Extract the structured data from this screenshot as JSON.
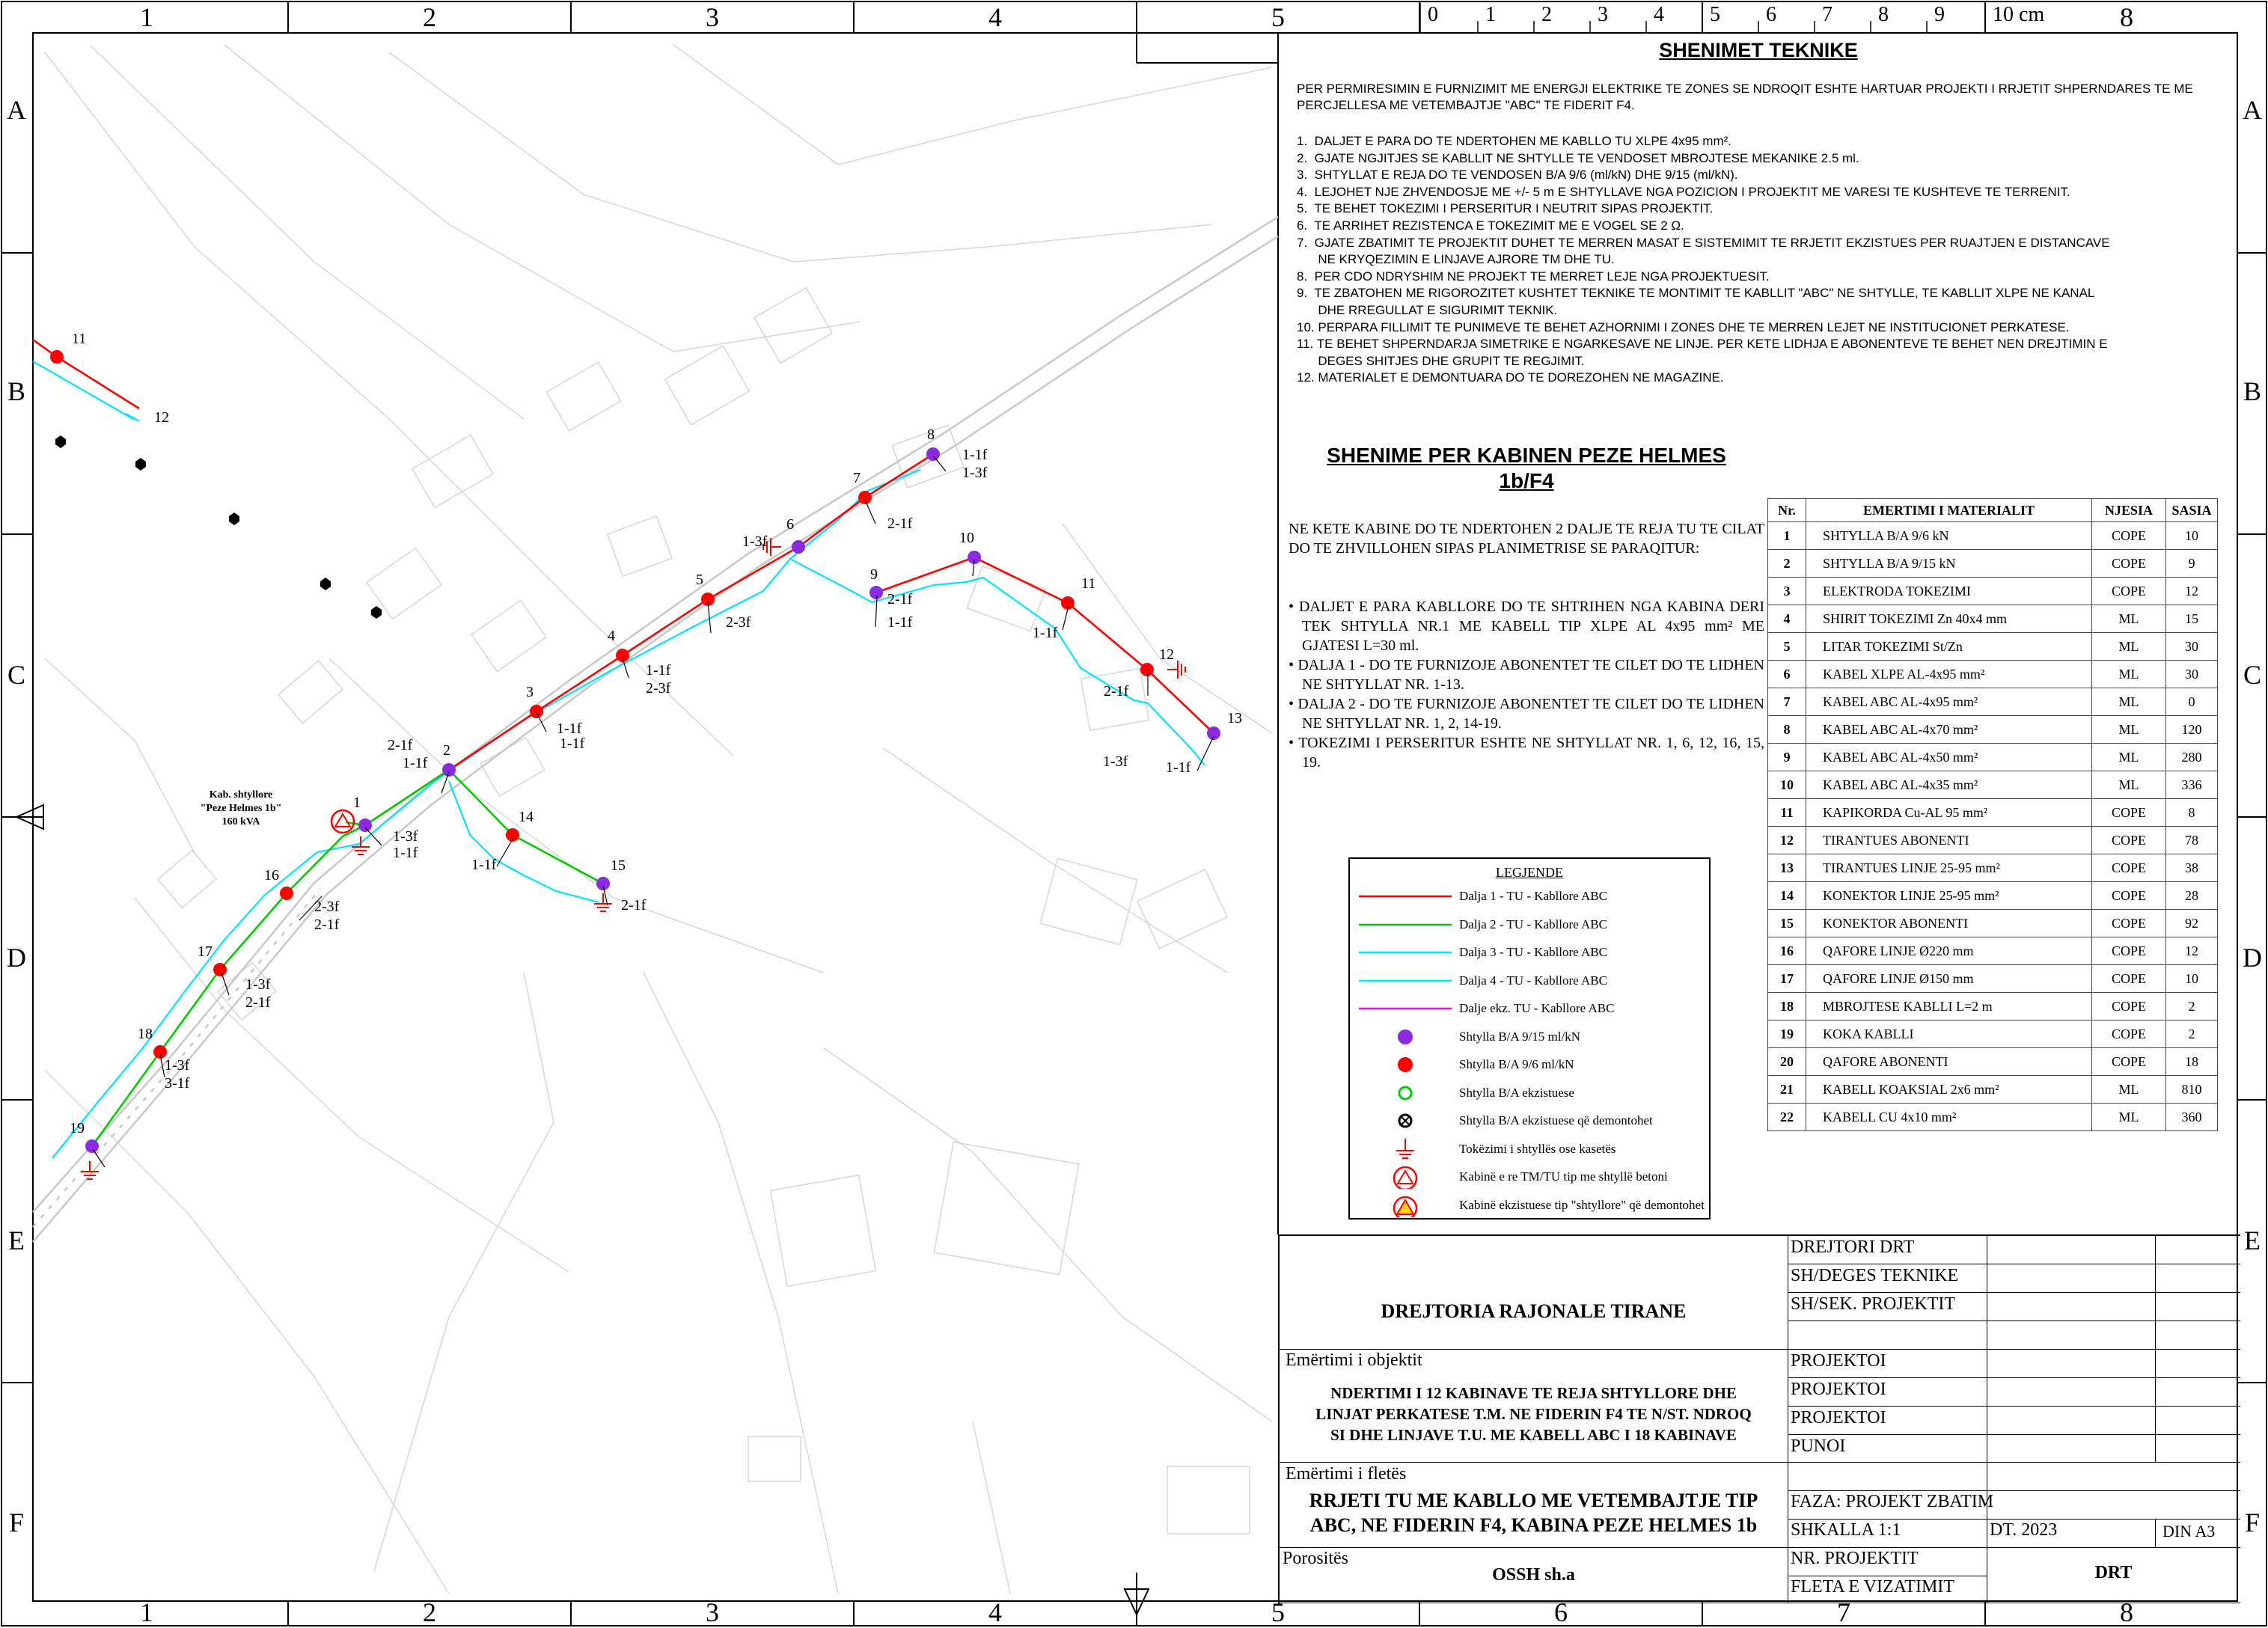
{
  "grid": {
    "columns": [
      "1",
      "2",
      "3",
      "4",
      "5",
      "6",
      "7",
      "8"
    ],
    "rows": [
      "A",
      "B",
      "C",
      "D",
      "E",
      "F"
    ],
    "ruler": [
      "0",
      "1",
      "2",
      "3",
      "4",
      "5",
      "6",
      "7",
      "8",
      "9",
      "10 cm"
    ]
  },
  "technical_notes": {
    "title": "SHENIMET TEKNIKE",
    "intro": "PER PERMIRESIMIN E FURNIZIMIT ME ENERGJI ELEKTRIKE TE ZONES SE NDROQIT ESHTE HARTUAR PROJEKTI I RRJETIT SHPERNDARES TE ME PERCJELLESA ME VETEMBAJTJE \"ABC\" TE FIDERIT F4.",
    "items": [
      "1.  DALJET E PARA DO TE NDERTOHEN ME KABLLO TU XLPE 4x95 mm².",
      "2.  GJATE NGJITJES SE KABLLIT NE SHTYLLE TE VENDOSET MBROJTESE MEKANIKE 2.5 ml.",
      "3.  SHTYLLAT E REJA DO TE VENDOSEN B/A 9/6 (ml/kN) DHE 9/15 (ml/kN).",
      "4.  LEJOHET NJE ZHVENDOSJE ME +/- 5 m E SHTYLLAVE NGA POZICION I PROJEKTIT ME VARESI TE KUSHTEVE TE TERRENIT.",
      "5.  TE BEHET TOKEZIMI I PERSERITUR I NEUTRIT SIPAS PROJEKTIT.",
      "6.  TE ARRIHET REZISTENCA E TOKEZIMIT ME E VOGEL SE 2 Ω.",
      "7.  GJATE ZBATIMIT TE PROJEKTIT DUHET TE MERREN MASAT E SISTEMIMIT TE RRJETIT EKZISTUES PER RUAJTJEN E DISTANCAVE",
      "      NE KRYQEZIMIN E LINJAVE AJRORE TM DHE TU.",
      "8.  PER CDO NDRYSHIM NE PROJEKT TE MERRET LEJE NGA PROJEKTUESIT.",
      "9.  TE ZBATOHEN ME RIGOROZITET KUSHTET TEKNIKE TE MONTIMIT TE KABLLIT \"ABC\" NE SHTYLLE, TE KABLLIT XLPE NE KANAL",
      "      DHE RREGULLAT E SIGURIMIT TEKNIK.",
      "10. PERPARA FILLIMIT TE PUNIMEVE TE BEHET AZHORNIMI I ZONES DHE TE MERREN LEJET NE INSTITUCIONET PERKATESE.",
      "11. TE BEHET SHPERNDARJA SIMETRIKE E NGARKESAVE NE LINJE. PER KETE LIDHJA E ABONENTEVE TE BEHET NEN DREJTIMIN E",
      "      DEGES SHITJES DHE GRUPIT TE REGJIMIT.",
      "12. MATERIALET E DEMONTUARA DO TE DOREZOHEN NE MAGAZINE."
    ]
  },
  "cabin_notes": {
    "title_line1": "SHENIME PER KABINEN PEZE HELMES",
    "title_line2": "1b/F4",
    "description": "NE KETE KABINE DO TE NDERTOHEN 2 DALJE TE REJA TU TE CILAT DO TE ZHVILLOHEN SIPAS PLANIMETRISE SE PARAQITUR:",
    "bullets": [
      "DALJET E PARA KABLLORE DO TE SHTRIHEN NGA KABINA DERI TEK SHTYLLA NR.1 ME KABELL TIP XLPE AL 4x95 mm² ME GJATESI L=30 ml.",
      "DALJA 1 - DO TE FURNIZOJE ABONENTET TE CILET DO TE LIDHEN NE SHTYLLAT NR. 1-13.",
      "DALJA 2 - DO TE FURNIZOJE ABONENTET TE CILET DO TE LIDHEN NE SHTYLLAT NR. 1, 2, 14-19.",
      "TOKEZIMI I PERSERITUR ESHTE NE SHTYLLAT NR. 1, 6, 12, 16, 15, 19."
    ]
  },
  "materials_table": {
    "headers": [
      "Nr.",
      "EMERTIMI I MATERIALIT",
      "NJESIA",
      "SASIA"
    ],
    "rows": [
      [
        "1",
        "SHTYLLA B/A 9/6 kN",
        "COPE",
        "10"
      ],
      [
        "2",
        "SHTYLLA B/A 9/15 kN",
        "COPE",
        "9"
      ],
      [
        "3",
        "ELEKTRODA TOKEZIMI",
        "COPE",
        "12"
      ],
      [
        "4",
        "SHIRIT TOKEZIMI Zn 40x4 mm",
        "ML",
        "15"
      ],
      [
        "5",
        "LITAR TOKEZIMI St/Zn",
        "ML",
        "30"
      ],
      [
        "6",
        "KABEL XLPE AL-4x95 mm²",
        "ML",
        "30"
      ],
      [
        "7",
        "KABEL ABC AL-4x95 mm²",
        "ML",
        "0"
      ],
      [
        "8",
        "KABEL ABC AL-4x70 mm²",
        "ML",
        "120"
      ],
      [
        "9",
        "KABEL ABC AL-4x50 mm²",
        "ML",
        "280"
      ],
      [
        "10",
        "KABEL ABC AL-4x35 mm²",
        "ML",
        "336"
      ],
      [
        "11",
        "KAPIKORDA Cu-AL 95 mm²",
        "COPE",
        "8"
      ],
      [
        "12",
        "TIRANTUES ABONENTI",
        "COPE",
        "78"
      ],
      [
        "13",
        "TIRANTUES LINJE 25-95 mm²",
        "COPE",
        "38"
      ],
      [
        "14",
        "KONEKTOR LINJE 25-95 mm²",
        "COPE",
        "28"
      ],
      [
        "15",
        "KONEKTOR ABONENTI",
        "COPE",
        "92"
      ],
      [
        "16",
        "QAFORE LINJE Ø220 mm",
        "COPE",
        "12"
      ],
      [
        "17",
        "QAFORE LINJE Ø150 mm",
        "COPE",
        "10"
      ],
      [
        "18",
        "MBROJTESE KABLLI L=2 m",
        "COPE",
        "2"
      ],
      [
        "19",
        "KOKA KABLLI",
        "COPE",
        "2"
      ],
      [
        "20",
        "QAFORE ABONENTI",
        "COPE",
        "18"
      ],
      [
        "21",
        "KABELL KOAKSIAL 2x6 mm²",
        "ML",
        "810"
      ],
      [
        "22",
        "KABELL CU 4x10 mm²",
        "ML",
        "360"
      ]
    ]
  },
  "legend": {
    "title": "LEGJENDE",
    "items": [
      {
        "label": "Dalja 1 - TU - Kabllore ABC",
        "symbol": "line",
        "color": "#ff0000"
      },
      {
        "label": "Dalja 2 - TU - Kabllore ABC",
        "symbol": "line",
        "color": "#00cc00"
      },
      {
        "label": "Dalja 3 - TU - Kabllore ABC",
        "symbol": "line",
        "color": "#00e5ff"
      },
      {
        "label": "Dalja 4 - TU - Kabllore ABC",
        "symbol": "line",
        "color": "#00e5ff"
      },
      {
        "label": "Dalje ekz. TU - Kabllore ABC",
        "symbol": "line",
        "color": "#ff00ff"
      },
      {
        "label": "Shtylla B/A 9/15 ml/kN",
        "symbol": "dot",
        "color": "#8a2be2"
      },
      {
        "label": "Shtylla B/A 9/6 ml/kN",
        "symbol": "dot",
        "color": "#ff0000"
      },
      {
        "label": "Shtylla B/A ekzistuese",
        "symbol": "ring",
        "color": "#00cc00"
      },
      {
        "label": "Shtylla B/A ekzistuese që demontohet",
        "symbol": "xring",
        "color": "#000000"
      },
      {
        "label": "Tokëzimi i shtyllës ose kasetës",
        "symbol": "ground",
        "color": "#ff0000"
      },
      {
        "label": "Kabinë e re TM/TU tip me shtyllë betoni",
        "symbol": "cabin-new",
        "color": "#ff0000"
      },
      {
        "label": "Kabinë ekzistuese tip \"shtyllore\" që demontohet",
        "symbol": "cabin-old",
        "color": "#ff0000"
      }
    ]
  },
  "title_block": {
    "organization": "DREJTORIA RAJONALE TIRANE",
    "object_label": "Emërtimi i objektit",
    "object_lines": [
      "NDERTIMI I 12 KABINAVE TE REJA SHTYLLORE DHE",
      "LINJAT PERKATESE T.M. NE FIDERIN F4 TE N/ST. NDROQ",
      "SI DHE LINJAVE T.U. ME KABELL ABC I 18 KABINAVE"
    ],
    "sheet_label": "Emërtimi i fletës",
    "sheet_lines": [
      "RRJETI TU ME KABLLO ME VETEMBAJTJE TIP",
      "ABC, NE FIDERIN F4, KABINA PEZE HELMES 1b"
    ],
    "client_label": "Porositës",
    "client": "OSSH sh.a",
    "roles": [
      "DREJTORI DRT",
      "SH/DEGES TEKNIKE",
      "SH/SEK. PROJEKTIT",
      "",
      "PROJEKTOI",
      "PROJEKTOI",
      "PROJEKTOI",
      "PUNOI"
    ],
    "phase": "FAZA: PROJEKT ZBATIM",
    "scale": "SHKALLA 1:1",
    "date": "DT. 2023",
    "format": "DIN A3",
    "project_no_label": "NR. PROJEKTIT",
    "sheet_no_label": "FLETA E VIZATIMIT",
    "code": "DRT"
  },
  "map": {
    "cabin_label_lines": [
      "Kab. shtyllore",
      "\"Peze Helmes 1b\"",
      "160 kVA"
    ],
    "poles": [
      {
        "id": "1",
        "type": "9/15"
      },
      {
        "id": "2",
        "type": "9/15"
      },
      {
        "id": "3",
        "type": "9/6"
      },
      {
        "id": "4",
        "type": "9/6"
      },
      {
        "id": "5",
        "type": "9/6"
      },
      {
        "id": "6",
        "type": "9/15"
      },
      {
        "id": "7",
        "type": "9/6"
      },
      {
        "id": "8",
        "type": "9/15"
      },
      {
        "id": "9",
        "type": "9/15"
      },
      {
        "id": "10",
        "type": "9/15"
      },
      {
        "id": "11",
        "type": "9/6"
      },
      {
        "id": "12",
        "type": "9/6"
      },
      {
        "id": "13",
        "type": "9/15"
      },
      {
        "id": "14",
        "type": "9/6"
      },
      {
        "id": "15",
        "type": "9/15"
      },
      {
        "id": "16",
        "type": "9/6"
      },
      {
        "id": "17",
        "type": "9/6"
      },
      {
        "id": "18",
        "type": "9/6"
      },
      {
        "id": "19",
        "type": "9/15"
      },
      {
        "id": "11",
        "type": "9/6"
      },
      {
        "id": "12",
        "type": "none"
      }
    ],
    "annotations": [
      "1-1f",
      "1-3f",
      "2-1f",
      "1-3f",
      "2-1f",
      "1-1f",
      "2-3f",
      "1-1f",
      "2-3f",
      "1-1f",
      "1-1f",
      "2-1f",
      "1-1f",
      "1-3f",
      "1-1f",
      "1-1f",
      "2-1f",
      "1-1f",
      "1-3f",
      "1-1f",
      "2-1f",
      "2-3f",
      "2-1f",
      "1-3f",
      "2-1f",
      "1-3f",
      "3-1f"
    ]
  }
}
